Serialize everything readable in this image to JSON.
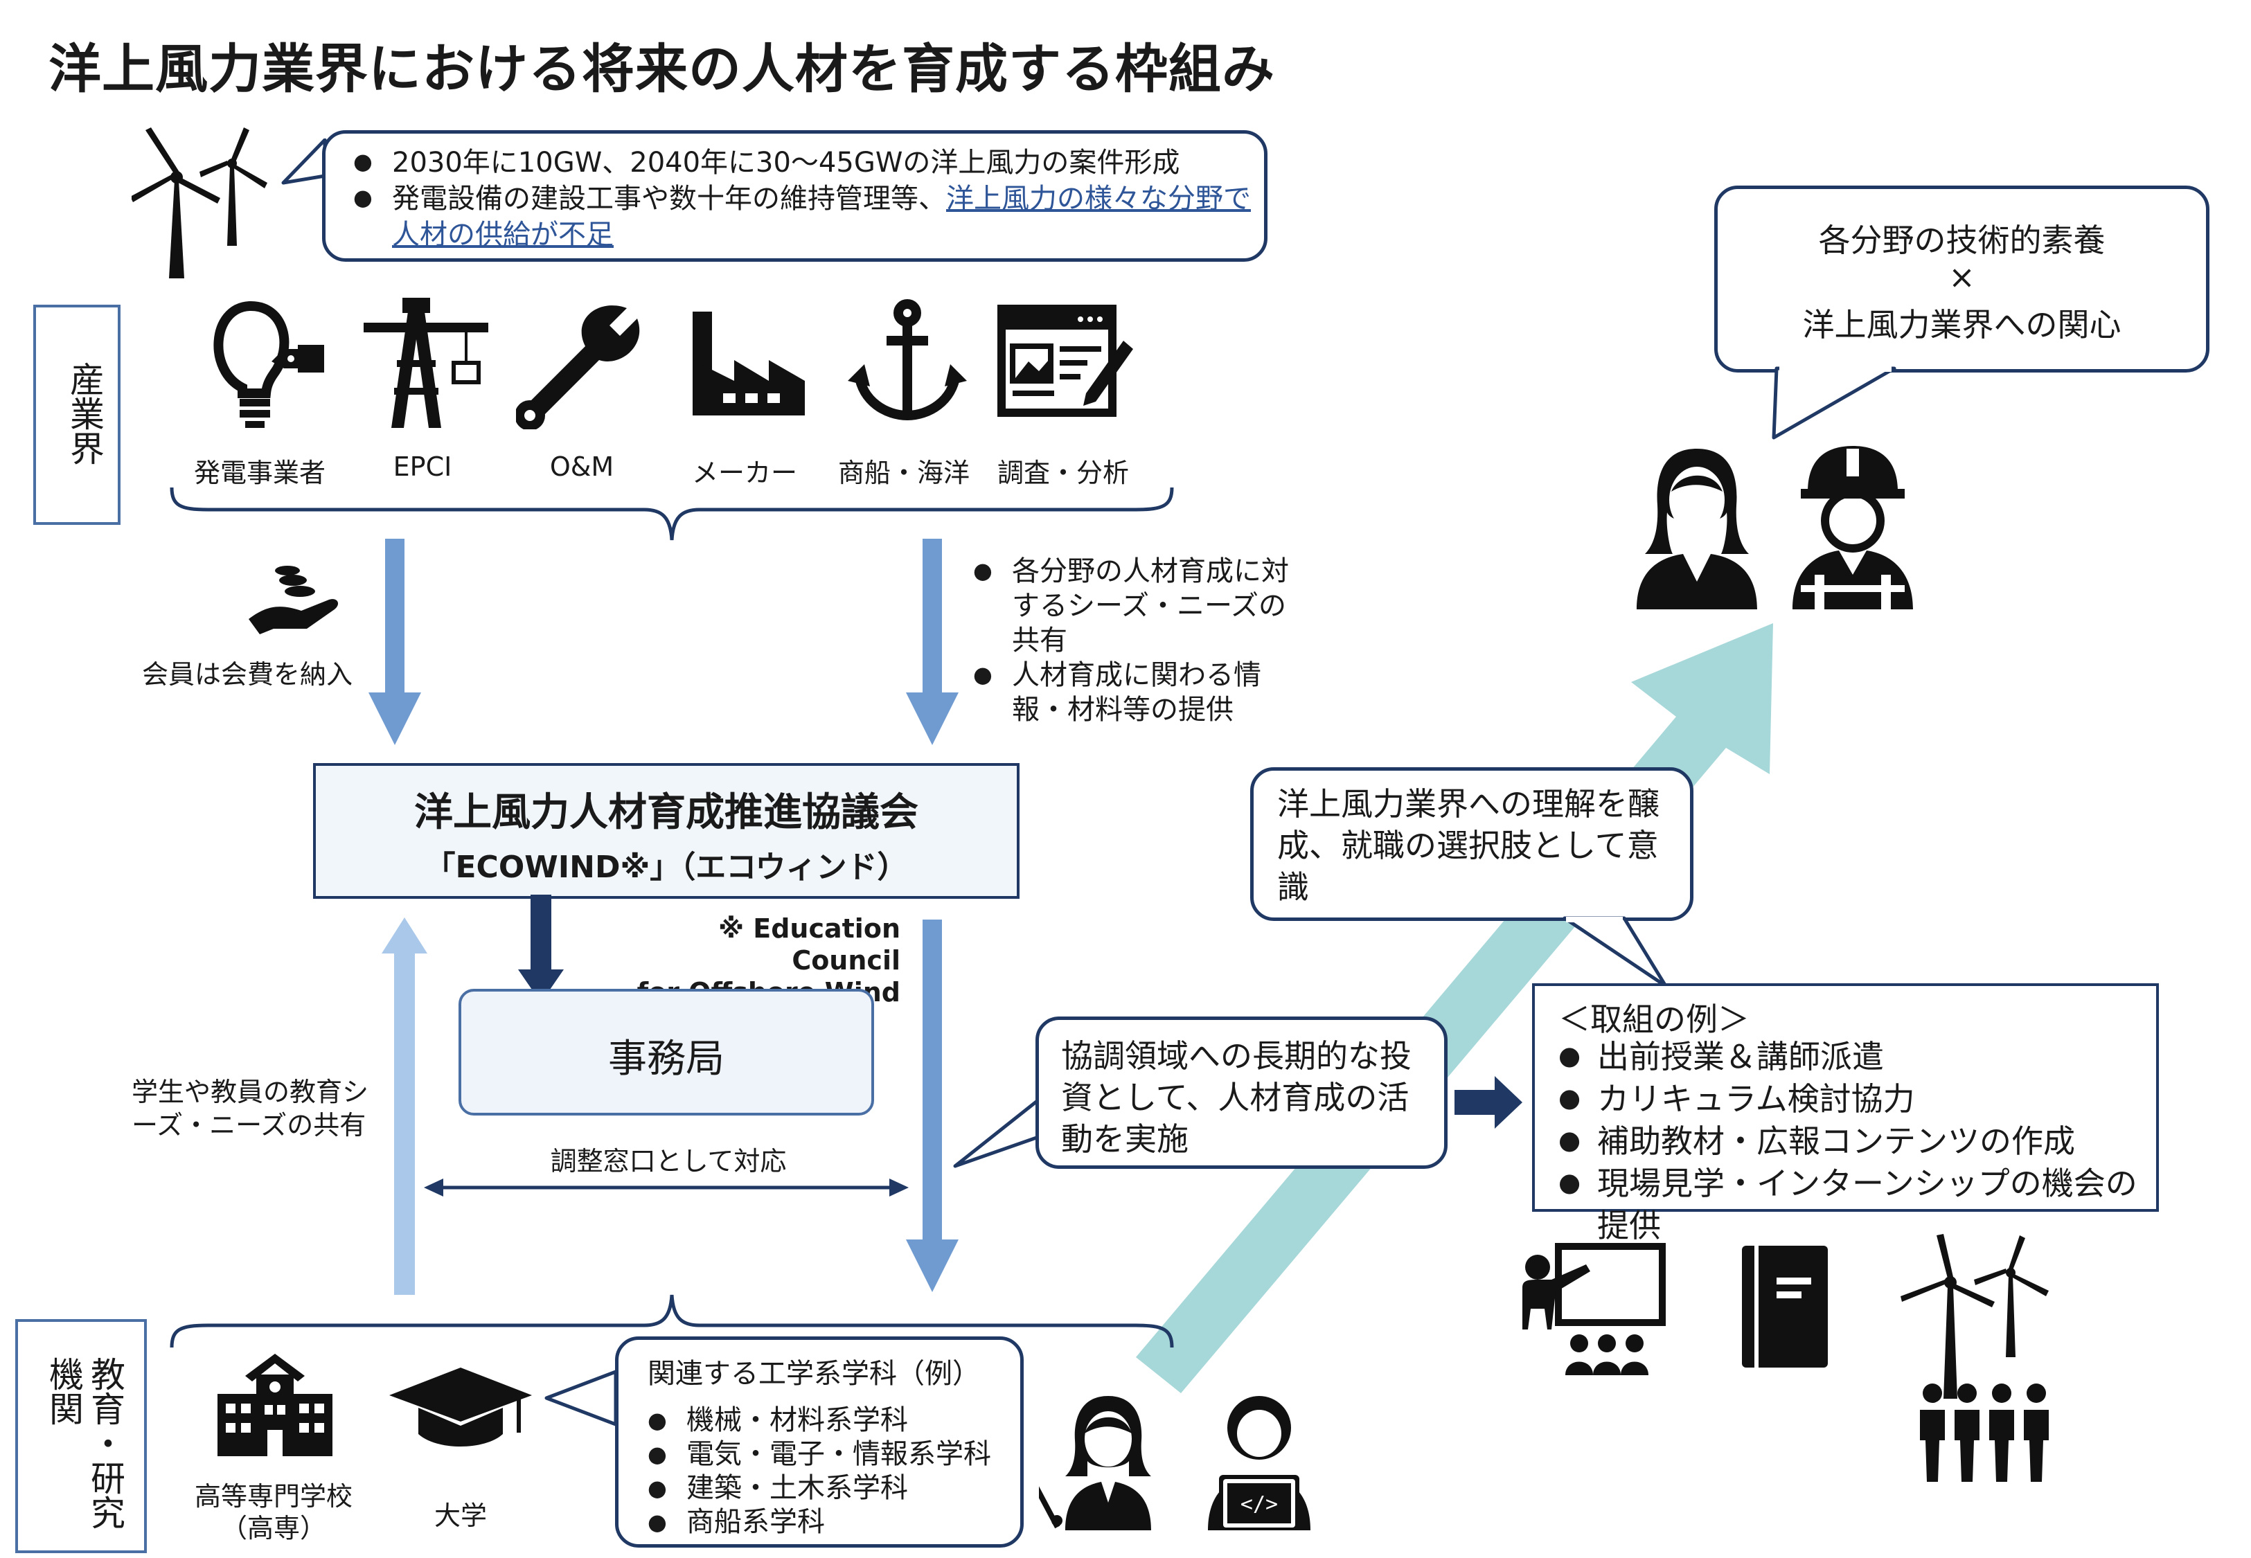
{
  "title": "洋上風力業界における将来の人材を育成する枠組み",
  "top_bubble": {
    "bullets": [
      {
        "text": "2030年に10GW、2040年に30～45GWの洋上風力の案件形成",
        "link": ""
      },
      {
        "text": "発電設備の建設工事や数十年の維持管理等、",
        "link": "洋上風力の様々な分野で人材の供給が不足"
      }
    ]
  },
  "industry": {
    "label": "産業界",
    "items": [
      "発電事業者",
      "EPCI",
      "O&M",
      "メーカー",
      "商船・海洋",
      "調査・分析"
    ]
  },
  "flows": {
    "fee_label": "会員は会費を納入",
    "right_bullets": [
      "各分野の人材育成に対するシーズ・ニーズの共有",
      "人材育成に関わる情報・材料等の提供"
    ],
    "edu_label": "学生や教員の教育シーズ・ニーズの共有",
    "coord_label": "調整窓口として対応"
  },
  "council": {
    "name": "洋上風力人材育成推進協議会",
    "nickname": "「ECOWIND※」（エコウィンド）",
    "note_line1": "※ Education Council",
    "note_line2": "for Offshore Wind",
    "secretariat": "事務局"
  },
  "invest_bubble": "協調領域への長期的な投資として、人材育成の活動を実施",
  "understanding_bubble": "洋上風力業界への理解を醸成、就職の選択肢として意識",
  "top_right_bubble": {
    "line1": "各分野の技術的素養",
    "line2": "×",
    "line3": "洋上風力業界への関心"
  },
  "examples": {
    "heading": "＜取組の例＞",
    "items": [
      "出前授業＆講師派遣",
      "カリキュラム検討協力",
      "補助教材・広報コンテンツの作成",
      "現場見学・インターンシップの機会の提供"
    ]
  },
  "education": {
    "label": "教育・研究機関",
    "school_label_1": "高等専門学校",
    "school_label_2": "（高専）",
    "university_label": "大学",
    "dept_heading": "関連する工学系学科（例）",
    "depts": [
      "機械・材料系学科",
      "電気・電子・情報系学科",
      "建築・土木系学科",
      "商船系学科"
    ]
  },
  "colors": {
    "navy": "#1f3864",
    "mid_blue": "#6f9bd1",
    "light_blue": "#a9c8ea",
    "teal": "#a6d7d9",
    "council_bg": "#f1f6fb"
  }
}
